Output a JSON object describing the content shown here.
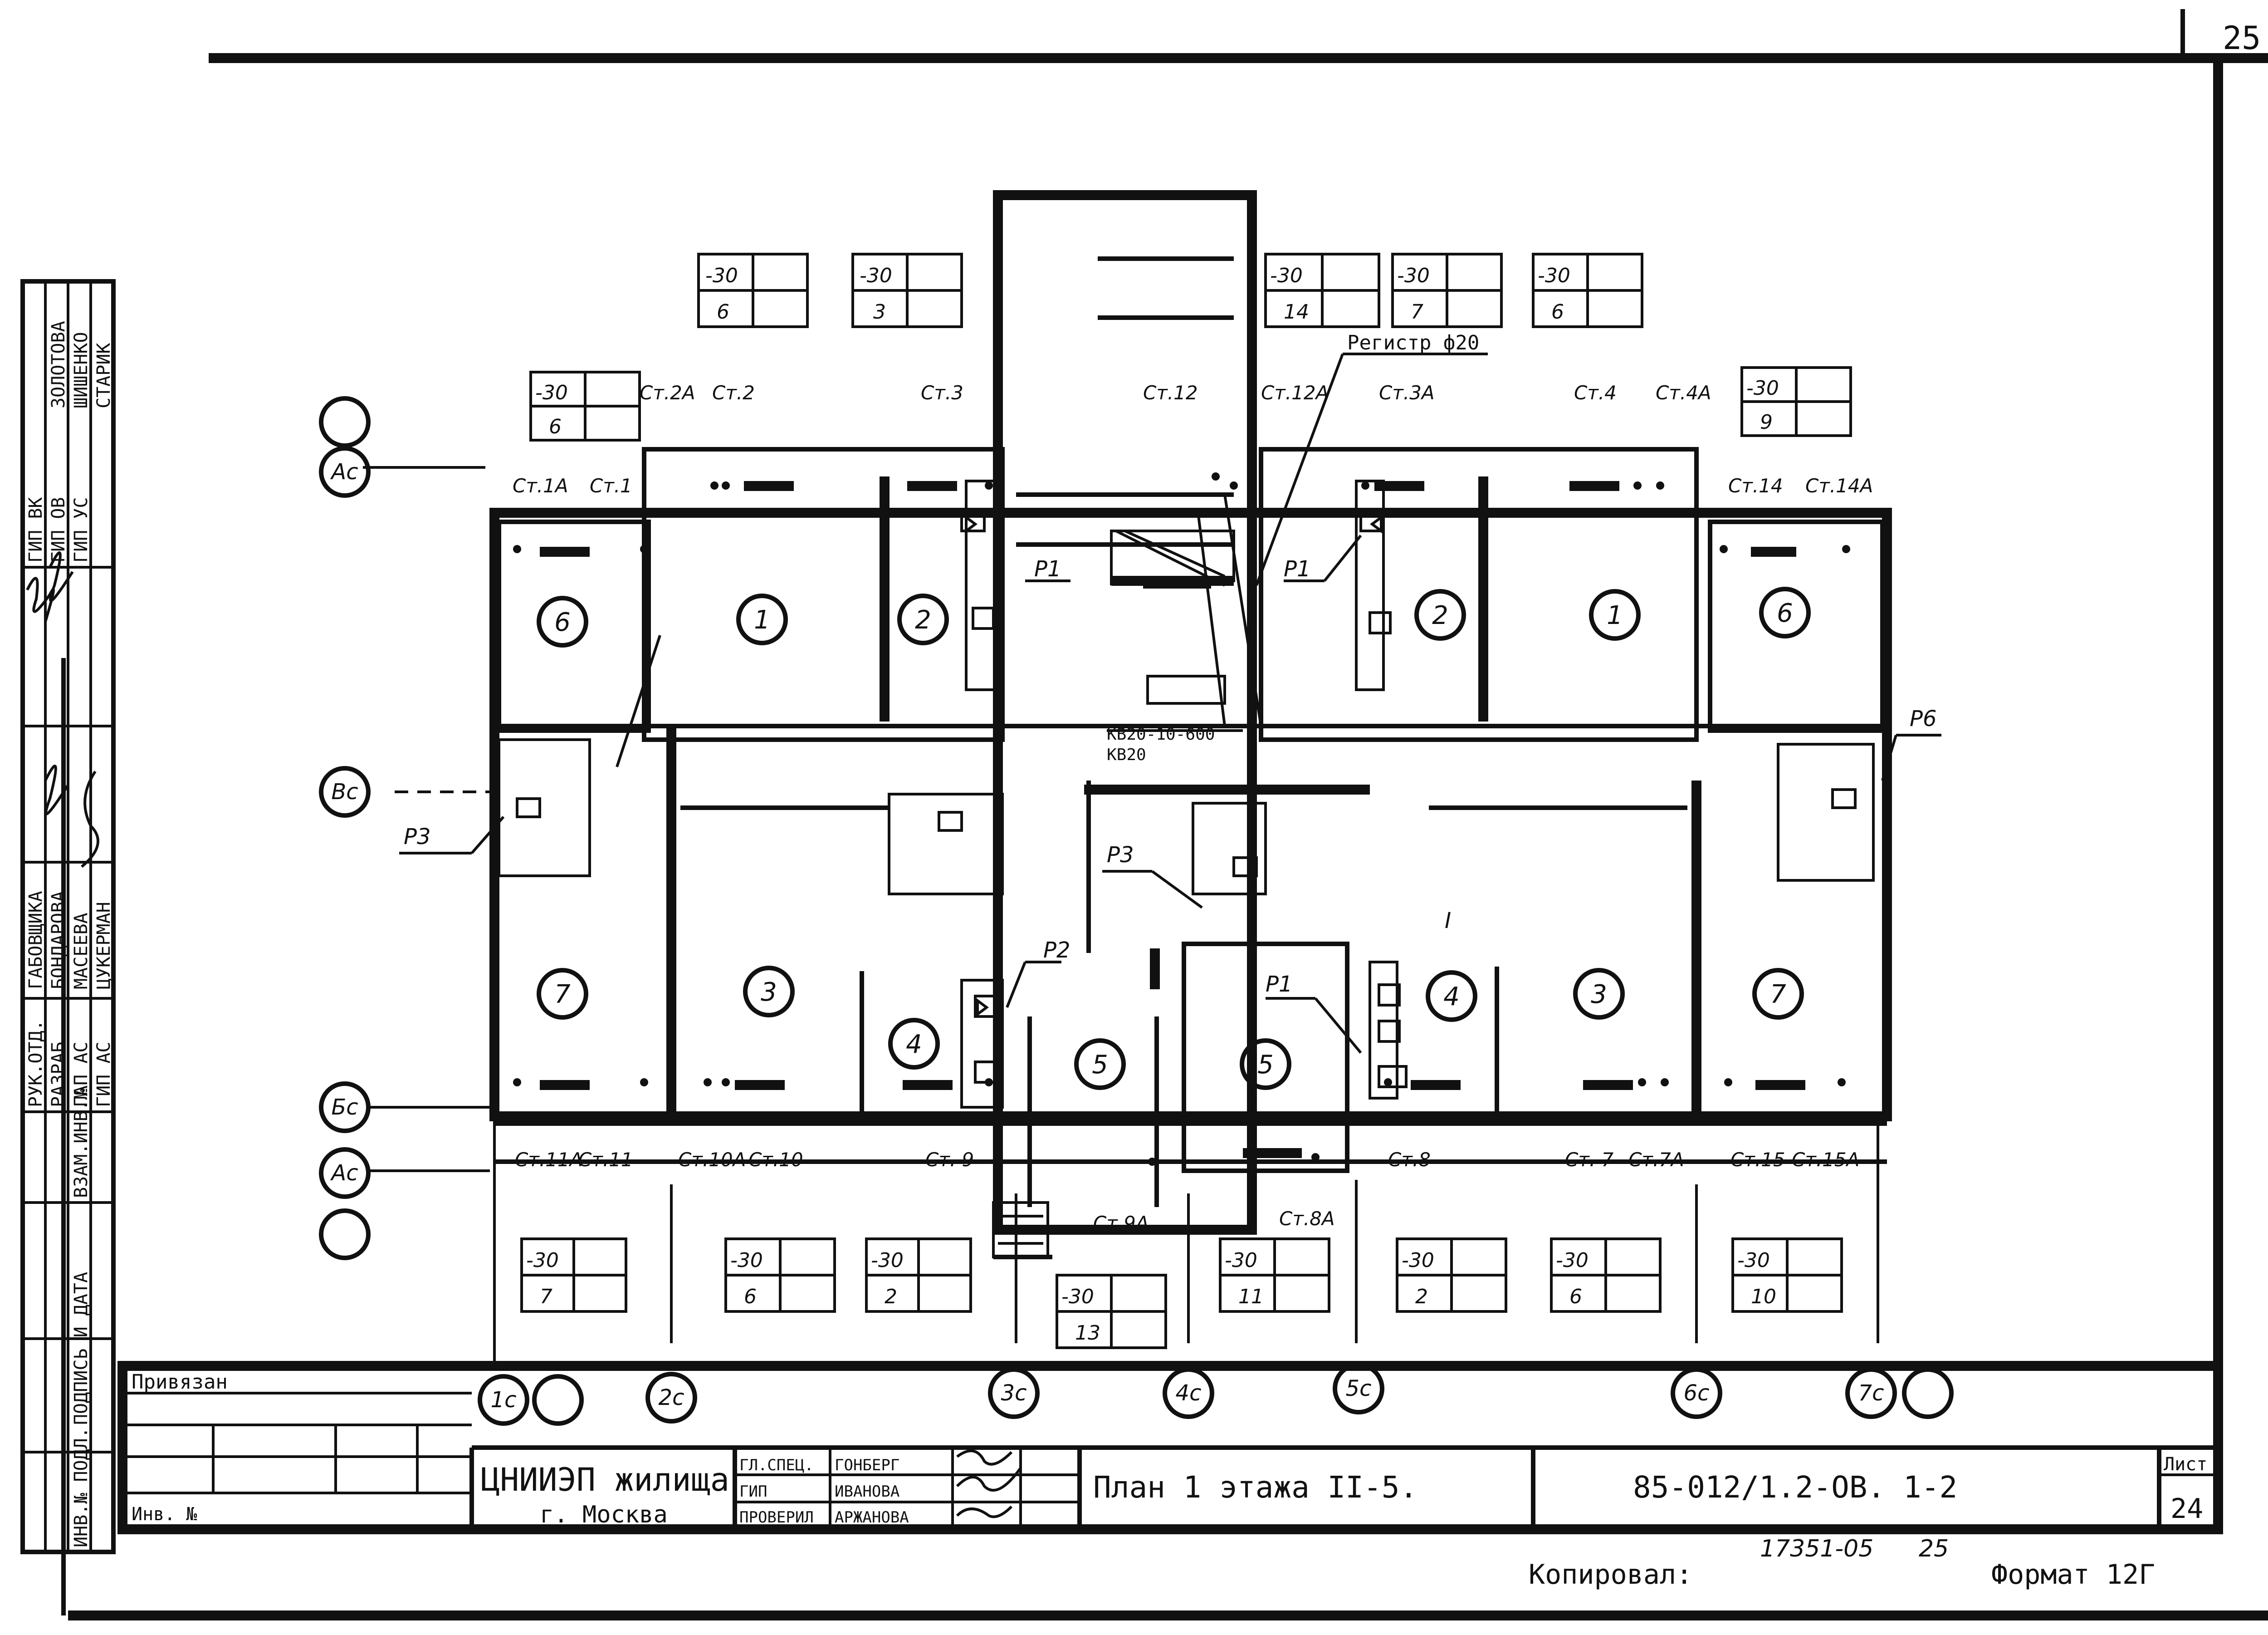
{
  "sheet_corner_number": "25",
  "rotated_block": {
    "approval_rows": [
      "ГИП ВК",
      "ГИП ОВ",
      "ГИП УС"
    ],
    "approval_names": [
      "ЗОЛОТОВА",
      "ШИШЕНКО",
      "СТАРИК"
    ],
    "staff_roles": [
      "РУК.ОТД.",
      "РАЗРАБ.",
      "ГАП АС",
      "ГИП АС"
    ],
    "staff_names": [
      "ГАБОВЩИКА",
      "БОНДАРОВА",
      "МАСЕЕВА",
      "ЦУКЕРМАН"
    ],
    "side_cells": [
      "ИНВ.№ ПОДЛ.",
      "ПОДПИСЬ И ДАТА",
      "ВЗАМ.ИНВ.№"
    ]
  },
  "plan": {
    "row_axes": [
      "Ас",
      "Вс",
      "Бс",
      "Ас"
    ],
    "col_axes": [
      "1с",
      "2с",
      "3с",
      "4с",
      "5с",
      "6с",
      "7с"
    ],
    "room_numbers": [
      "6",
      "1",
      "2",
      "2",
      "1",
      "6",
      "7",
      "3",
      "4",
      "5",
      "5",
      "4",
      "3",
      "7"
    ],
    "window_marks": [
      {
        "temp": "-30",
        "num": "6"
      },
      {
        "temp": "-30",
        "num": "3"
      },
      {
        "temp": "-30",
        "num": "14"
      },
      {
        "temp": "-30",
        "num": "7"
      },
      {
        "temp": "-30",
        "num": "6"
      },
      {
        "temp": "-30",
        "num": "6"
      },
      {
        "temp": "-30",
        "num": "9"
      },
      {
        "temp": "-30",
        "num": "7"
      },
      {
        "temp": "-30",
        "num": "6"
      },
      {
        "temp": "-30",
        "num": "2"
      },
      {
        "temp": "-30",
        "num": "13"
      },
      {
        "temp": "-30",
        "num": "11"
      },
      {
        "temp": "-30",
        "num": "2"
      },
      {
        "temp": "-30",
        "num": "6"
      },
      {
        "temp": "-30",
        "num": "10"
      }
    ],
    "riser_labels_top": [
      "Ст.2А",
      "Ст.2",
      "Ст.3",
      "Ст.12",
      "Ст.12А",
      "Ст.3А",
      "Ст.4",
      "Ст.4А",
      "Ст.1А",
      "Ст.1",
      "Ст.14",
      "Ст.14А"
    ],
    "riser_labels_bottom": [
      "Ст.11А",
      "Ст.11",
      "Ст.10А",
      "Ст.10",
      "Ст. 9",
      "Ст.9А",
      "Ст.8А",
      "Ст.8",
      "Ст. 7",
      "Ст.7А",
      "Ст.15",
      "Ст.15А"
    ],
    "register_note": "Регистр ф20",
    "valve_note_1": "КВ20-10-600",
    "valve_note_2": "КВ20",
    "riser_tags": [
      "Р1",
      "Р1",
      "Р6",
      "Р3",
      "Р3",
      "Р2",
      "Р1",
      "I"
    ]
  },
  "title_block": {
    "privyazan": "Привязан",
    "inv_no": "Инв. №",
    "org_name": "ЦНИИЭП жилища",
    "org_city": "г. Москва",
    "roles": [
      "ГЛ.СПЕЦ.",
      "ГИП",
      "ПРОВЕРИЛ"
    ],
    "names": [
      "ГОНБЕРГ",
      "ИВАНОВА",
      "АРЖАНОВА"
    ],
    "drawing_title": "План 1 этажа II-5.",
    "drawing_code": "85-012/1.2-ОВ. 1-2",
    "sheet_label": "Лист",
    "sheet_number": "24",
    "copy_number": "17351-05",
    "copy_page": "25",
    "copied_label": "Копировал:",
    "format_label": "Формат 12Г"
  }
}
